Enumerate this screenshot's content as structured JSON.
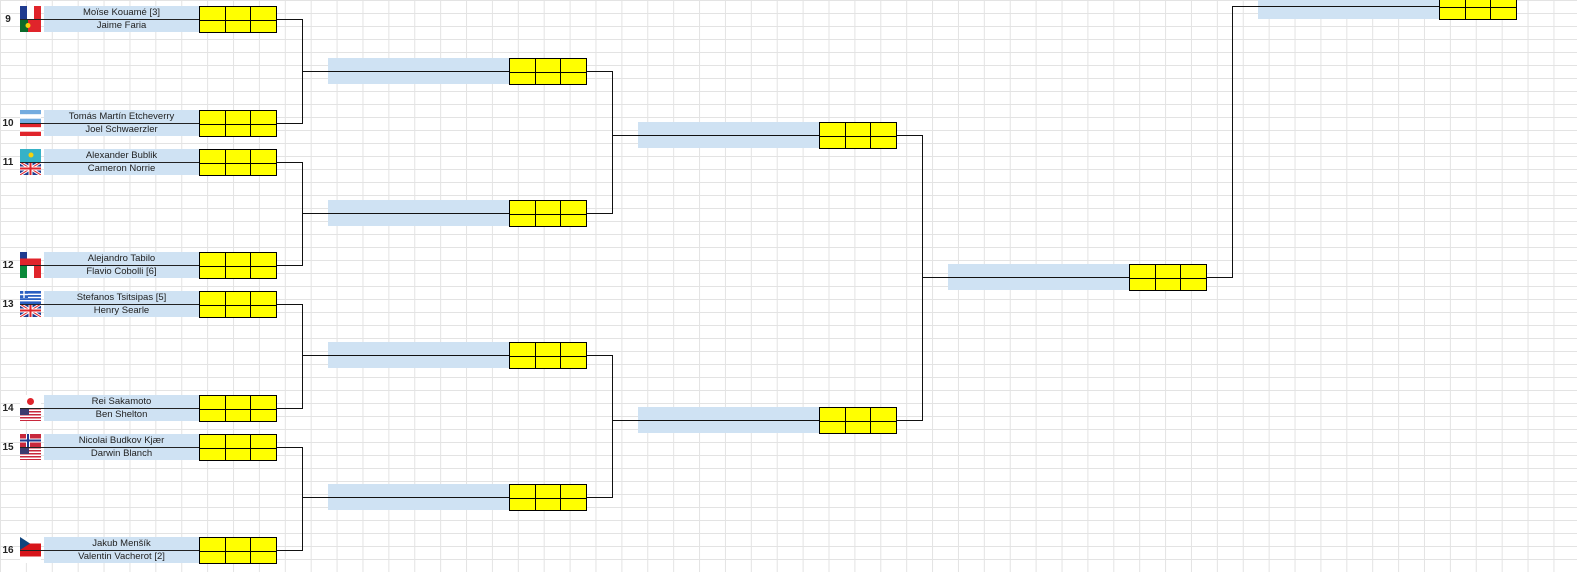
{
  "matches": [
    {
      "seed": "9",
      "players": [
        {
          "name": "Moïse Kouamé [3]",
          "flag": "france-flag-icon"
        },
        {
          "name": "Jaime Faria",
          "flag": "portugal-flag-icon"
        }
      ]
    },
    {
      "seed": "10",
      "players": [
        {
          "name": "Tomás Martín Etcheverry",
          "flag": "argentina-flag-icon"
        },
        {
          "name": "Joel Schwaerzler",
          "flag": "austria-flag-icon"
        }
      ]
    },
    {
      "seed": "11",
      "players": [
        {
          "name": "Alexander Bublik",
          "flag": "kazakhstan-flag-icon"
        },
        {
          "name": "Cameron Norrie",
          "flag": "uk-flag-icon"
        }
      ]
    },
    {
      "seed": "12",
      "players": [
        {
          "name": "Alejandro Tabilo",
          "flag": "chile-flag-icon"
        },
        {
          "name": "Flavio Cobolli [6]",
          "flag": "italy-flag-icon"
        }
      ]
    },
    {
      "seed": "13",
      "players": [
        {
          "name": "Stefanos Tsitsipas [5]",
          "flag": "greece-flag-icon"
        },
        {
          "name": "Henry Searle",
          "flag": "uk-flag-icon"
        }
      ]
    },
    {
      "seed": "14",
      "players": [
        {
          "name": "Rei Sakamoto",
          "flag": "japan-flag-icon"
        },
        {
          "name": "Ben Shelton",
          "flag": "usa-flag-icon"
        }
      ]
    },
    {
      "seed": "15",
      "players": [
        {
          "name": "Nicolai Budkov Kjær",
          "flag": "norway-flag-icon"
        },
        {
          "name": "Darwin Blanch",
          "flag": "usa-flag-icon"
        }
      ]
    },
    {
      "seed": "16",
      "players": [
        {
          "name": "Jakub Menšík",
          "flag": "czech-flag-icon"
        },
        {
          "name": "Valentin Vacherot [2]",
          "flag": "monaco-flag-icon"
        }
      ]
    }
  ],
  "colors": {
    "slot": "#cfe2f3",
    "score": "#ffff00",
    "line": "#111111"
  }
}
